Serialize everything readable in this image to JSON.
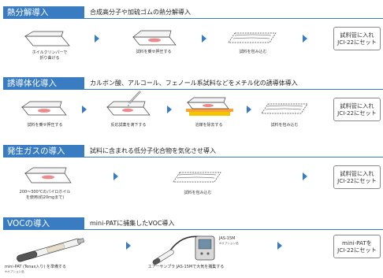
{
  "sections": [
    {
      "title": "熱分解導入",
      "description": "合成高分子や加硫ゴムの熱分解導入",
      "captions": [
        "ホイルクリンパーで",
        "折り曲げる",
        "試料を乗せ押圧する",
        "試料を包み込む"
      ],
      "end": [
        "試料管に入れ",
        "JCI-22にセット"
      ]
    },
    {
      "title": "誘導体化導入",
      "description": "カルボン酸、アルコール、フェノール系試料などをメチル化の誘導体導入",
      "captions": [
        "試料を乗せ押圧する",
        "反応試薬を滴下する",
        "溶媒を除去する",
        "試料を包み込む"
      ],
      "end": [
        "試料管に入れ",
        "JCI-22にセット"
      ]
    },
    {
      "title": "発生ガスの導入",
      "description": "試料に含まれる低分子化合物を気化させ導入",
      "captions": [
        "200～300℃のパイロホイル",
        "を使用(約20mgまで)",
        "試料を包み込む"
      ],
      "end": [
        "試料管に入れ",
        "JCI-22にセット"
      ]
    },
    {
      "title": "VOCの導入",
      "description": "mini-PATに捕集したVOC導入",
      "captions": [
        "mini-PAT (Tenax入り) を準備する",
        "※オプション品",
        "JAS-15M",
        "※オプション品",
        "エアーサンプラ JAS-15Mで大気を捕集する"
      ],
      "end": [
        "mini-PATを",
        "JCI-22にセット"
      ]
    }
  ],
  "colors": {
    "accent": "#3a7cc1",
    "sample": "#f08a8a",
    "heat": "#f5c400"
  }
}
